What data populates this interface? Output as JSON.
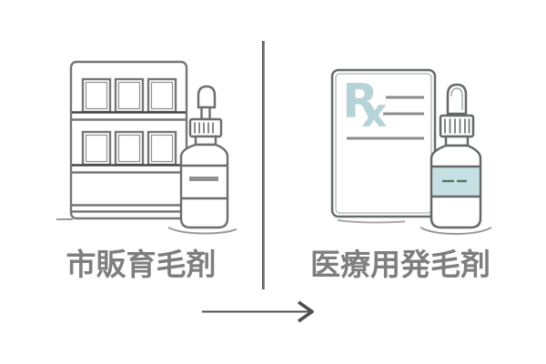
{
  "left": {
    "label": "市販育毛剤",
    "icon": "store-shelf-with-dropper-bottle-icon"
  },
  "right": {
    "label": "医療用発毛剤",
    "icon": "prescription-sheet-with-dropper-bottle-icon",
    "rx": {
      "r": "R",
      "x": "x"
    }
  },
  "arrow": {
    "direction": "right"
  },
  "colors": {
    "background": "#ffffff",
    "outline": "#717171",
    "outline_right": "#666c69",
    "outline_dark": "#474747",
    "rx_teal": "#b6d4d8",
    "bottle_label_fill": "#c6e0e3",
    "label_dash_green": "#4e7a5e",
    "caption_text": "#7e7e7e",
    "arrow_gray": "#4f4f4f",
    "shadow_gray": "#a0a0a0"
  }
}
